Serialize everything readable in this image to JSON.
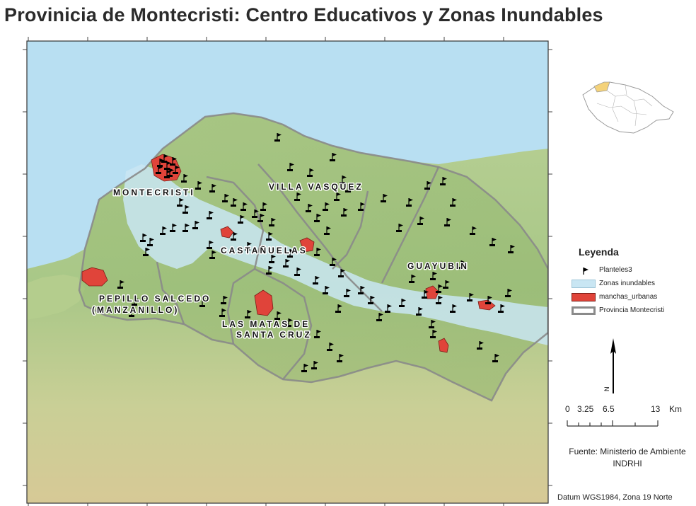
{
  "title": "Provinicia de Montecristi: Centro Educativos y Zonas Inundables",
  "towns": [
    {
      "name": "MONTECRISTI"
    },
    {
      "name": "VILLA VASQUEZ"
    },
    {
      "name": "CASTAÑUELAS"
    },
    {
      "name": "GUAYUBIN"
    },
    {
      "name": "PEPILLO SALCEDO"
    },
    {
      "name": "(MANZANILLO)"
    },
    {
      "name": "LAS MATAS DE"
    },
    {
      "name": "SANTA CRUZ"
    }
  ],
  "legend": {
    "title": "Leyenda",
    "items": [
      {
        "label": "Planteles3",
        "kind": "flag",
        "color": "#000000"
      },
      {
        "label": "Zonas inundables",
        "kind": "fill",
        "color": "#c9e6f3"
      },
      {
        "label": "manchas_urbanas",
        "kind": "fill",
        "color": "#e0443a"
      },
      {
        "label": "Provincia Montecristi",
        "kind": "outline",
        "color": "#8a8a8a"
      }
    ]
  },
  "north_arrow": {
    "letter": "N"
  },
  "scale": {
    "labels": [
      "0",
      "3.25",
      "6.5",
      "13",
      "Km"
    ]
  },
  "source": {
    "line1": "Fuente: Ministerio de Ambiente",
    "line2": "INDRHI"
  },
  "datum": "Datum WGS1984, Zona 19 Norte",
  "colors": {
    "sea": "#b8dff2",
    "land": "#a9c98a",
    "flood_zone": "#c9e6f3",
    "urban": "#e0443a",
    "boundary": "#8a8a8a"
  }
}
